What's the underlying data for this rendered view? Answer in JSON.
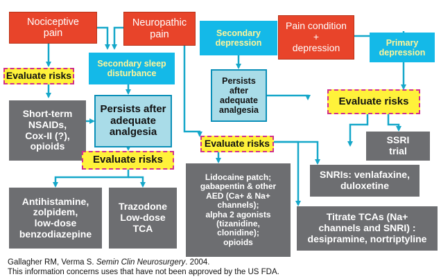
{
  "nodes": {
    "nociceptive_pain": "Nociceptive\npain",
    "neuropathic_pain": "Neuropathic\npain",
    "secondary_sleep": "Secondary sleep\ndisturbance",
    "evaluate_left": "Evaluate risks",
    "short_term_nsaids": "Short-term\nNSAIDs,\nCox-II (?),\nopioids",
    "persists_left": "Persists after\nadequate\nanalgesia",
    "evaluate_mid_left": "Evaluate risks",
    "antihistamine": "Antihistamine,\nzolpidem,\nlow-dose\nbenzodiazepine",
    "trazodone": "Trazodone\nLow-dose\nTCA",
    "secondary_depression": "Secondary\ndepression",
    "pain_condition_depression": "Pain condition\n+\ndepression",
    "primary_depression": "Primary\ndepression",
    "persists_right": "Persists\nafter\nadequate\nanalgesia",
    "evaluate_right": "Evaluate risks",
    "evaluate_center": "Evaluate risks",
    "ssri_trial": "SSRI\ntrial",
    "lidocaine": "Lidocaine patch;\ngabapentin & other\nAED (Ca+ & Na+\nchannels);\nalpha 2 agonists\n(tizanidine,\nclonidine);\nopioids",
    "snris": "SNRIs: venlafaxine,\nduloxetine",
    "titrate_tcas": "Titrate TCAs (Na+\nchannels and SNRI) :\ndesipramine, nortriptyline"
  },
  "footer": {
    "citation_authors": "Gallagher RM, Verma S. ",
    "citation_journal": "Semin Clin Neurosurgery",
    "citation_year": ". 2004.",
    "disclaimer": "This information concerns uses that have not been approved by the US FDA."
  },
  "colors": {
    "red_box": "#e8442a",
    "cyan_box": "#14b9e8",
    "light_blue_box": "#a9dce8",
    "gray_box": "#6d6e71",
    "yellow_box": "#fff23a",
    "dashed_border": "#d12f8b",
    "connector": "#15a7c9"
  }
}
